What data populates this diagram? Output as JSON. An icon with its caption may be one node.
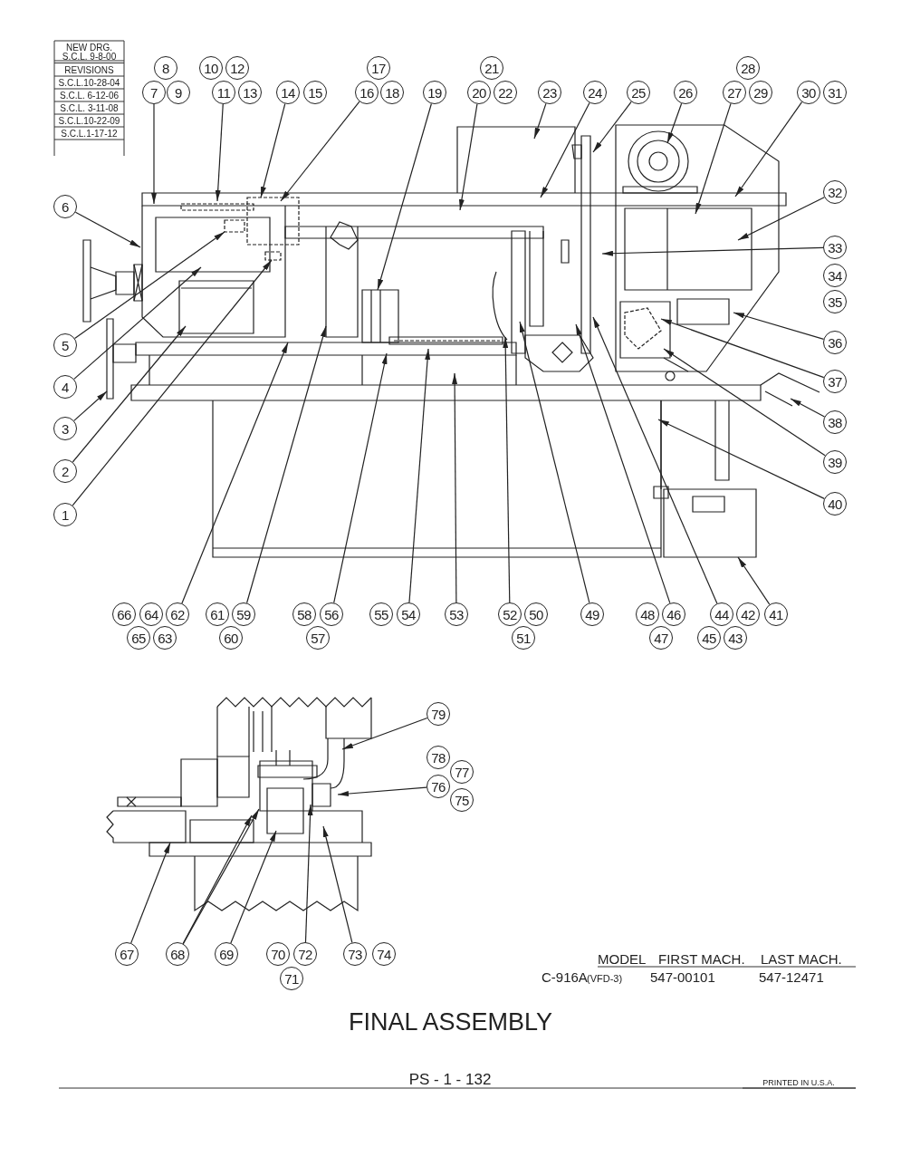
{
  "diagram": {
    "title": "FINAL ASSEMBLY",
    "nodes": [
      {
        "text": [
          "1"
        ]
      },
      {
        "text": [
          "2"
        ]
      },
      {
        "text": [
          "3"
        ]
      },
      {
        "text": [
          "4"
        ]
      },
      {
        "text": [
          "5"
        ]
      },
      {
        "text": [
          "6"
        ]
      },
      {
        "text": [
          "7"
        ]
      },
      {
        "text": [
          "8"
        ]
      },
      {
        "text": [
          "9"
        ]
      },
      {
        "text": [
          "10"
        ]
      },
      {
        "text": [
          "11"
        ]
      },
      {
        "text": [
          "12"
        ]
      },
      {
        "text": [
          "13"
        ]
      },
      {
        "text": [
          "14"
        ]
      },
      {
        "text": [
          "15"
        ]
      },
      {
        "text": [
          "16"
        ]
      },
      {
        "text": [
          "17"
        ]
      },
      {
        "text": [
          "18"
        ]
      },
      {
        "text": [
          "19"
        ]
      },
      {
        "text": [
          "20"
        ]
      },
      {
        "text": [
          "21"
        ]
      },
      {
        "text": [
          "22"
        ]
      },
      {
        "text": [
          "23"
        ]
      },
      {
        "text": [
          "24"
        ]
      },
      {
        "text": [
          "25"
        ]
      },
      {
        "text": [
          "26"
        ]
      },
      {
        "text": [
          "27"
        ]
      },
      {
        "text": [
          "28"
        ]
      },
      {
        "text": [
          "29"
        ]
      },
      {
        "text": [
          "30"
        ]
      },
      {
        "text": [
          "31"
        ]
      },
      {
        "text": [
          "32"
        ]
      },
      {
        "text": [
          "33"
        ]
      },
      {
        "text": [
          "34"
        ]
      },
      {
        "text": [
          "35"
        ]
      },
      {
        "text": [
          "36"
        ]
      },
      {
        "text": [
          "37"
        ]
      },
      {
        "text": [
          "38"
        ]
      },
      {
        "text": [
          "39"
        ]
      },
      {
        "text": [
          "40"
        ]
      },
      {
        "text": [
          "41"
        ]
      },
      {
        "text": [
          "42"
        ]
      },
      {
        "text": [
          "43"
        ]
      },
      {
        "text": [
          "44"
        ]
      },
      {
        "text": [
          "45"
        ]
      },
      {
        "text": [
          "46"
        ]
      },
      {
        "text": [
          "47"
        ]
      },
      {
        "text": [
          "48"
        ]
      },
      {
        "text": [
          "49"
        ]
      },
      {
        "text": [
          "50"
        ]
      },
      {
        "text": [
          "51"
        ]
      },
      {
        "text": [
          "52"
        ]
      },
      {
        "text": [
          "53"
        ]
      },
      {
        "text": [
          "54"
        ]
      },
      {
        "text": [
          "55"
        ]
      },
      {
        "text": [
          "56"
        ]
      },
      {
        "text": [
          "57"
        ]
      },
      {
        "text": [
          "58"
        ]
      },
      {
        "text": [
          "59"
        ]
      },
      {
        "text": [
          "60"
        ]
      },
      {
        "text": [
          "61"
        ]
      },
      {
        "text": [
          "62"
        ]
      },
      {
        "text": [
          "63"
        ]
      },
      {
        "text": [
          "64"
        ]
      },
      {
        "text": [
          "65"
        ]
      },
      {
        "text": [
          "66"
        ]
      },
      {
        "text": [
          "67"
        ]
      },
      {
        "text": [
          "68"
        ]
      },
      {
        "text": [
          "69"
        ]
      },
      {
        "text": [
          "70"
        ]
      },
      {
        "text": [
          "71"
        ]
      },
      {
        "text": [
          "72"
        ]
      },
      {
        "text": [
          "73"
        ]
      },
      {
        "text": [
          "74"
        ]
      },
      {
        "text": [
          "75"
        ]
      },
      {
        "text": [
          "76"
        ]
      },
      {
        "text": [
          "77"
        ]
      },
      {
        "text": [
          "78"
        ]
      },
      {
        "text": [
          "79"
        ]
      }
    ],
    "edges": [
      {
        "from": 6,
        "to": null,
        "arrow": "to"
      },
      {
        "from": 10,
        "to": null,
        "arrow": "to"
      },
      {
        "from": 13,
        "to": null,
        "arrow": "to"
      },
      {
        "from": 15,
        "to": null,
        "arrow": "to"
      },
      {
        "from": 18,
        "to": null,
        "arrow": "to"
      },
      {
        "from": 19,
        "to": null,
        "arrow": "to"
      },
      {
        "from": 22,
        "to": null,
        "arrow": "to"
      },
      {
        "from": 23,
        "to": null,
        "arrow": "to"
      },
      {
        "from": 24,
        "to": null,
        "arrow": "to"
      },
      {
        "from": 25,
        "to": null,
        "arrow": "to"
      },
      {
        "from": 26,
        "to": null,
        "arrow": "to"
      },
      {
        "from": 29,
        "to": null,
        "arrow": "to"
      },
      {
        "from": 31,
        "to": null,
        "arrow": "to"
      },
      {
        "from": 32,
        "to": null,
        "arrow": "to"
      },
      {
        "from": 35,
        "to": null,
        "arrow": "to"
      },
      {
        "from": 36,
        "to": null,
        "arrow": "to"
      },
      {
        "from": 37,
        "to": null,
        "arrow": "to"
      },
      {
        "from": 38,
        "to": null,
        "arrow": "to"
      },
      {
        "from": 39,
        "to": null,
        "arrow": "to"
      },
      {
        "from": 5,
        "to": null,
        "arrow": "to"
      },
      {
        "from": 4,
        "to": null,
        "arrow": "to"
      },
      {
        "from": 3,
        "to": null,
        "arrow": "to"
      },
      {
        "from": 2,
        "to": null,
        "arrow": "to"
      },
      {
        "from": 1,
        "to": null,
        "arrow": "to"
      },
      {
        "from": 0,
        "to": null,
        "arrow": "to"
      },
      {
        "from": 61,
        "to": null,
        "arrow": "to"
      },
      {
        "from": 58,
        "to": null,
        "arrow": "to"
      },
      {
        "from": 55,
        "to": null,
        "arrow": "to"
      },
      {
        "from": 53,
        "to": null,
        "arrow": "to"
      },
      {
        "from": 52,
        "to": null,
        "arrow": "to"
      },
      {
        "from": 51,
        "to": null,
        "arrow": "to"
      },
      {
        "from": 48,
        "to": null,
        "arrow": "to"
      },
      {
        "from": 45,
        "to": null,
        "arrow": "to"
      },
      {
        "from": 43,
        "to": null,
        "arrow": "to"
      },
      {
        "from": 40,
        "to": null,
        "arrow": "to"
      },
      {
        "from": 66,
        "to": null,
        "arrow": "to"
      },
      {
        "from": 67,
        "to": null,
        "arrow": "to"
      },
      {
        "from": 67,
        "to": null,
        "arrow": "to"
      },
      {
        "from": 68,
        "to": null,
        "arrow": "to"
      },
      {
        "from": 71,
        "to": null,
        "arrow": "to"
      },
      {
        "from": 72,
        "to": null,
        "arrow": "to"
      },
      {
        "from": 75,
        "to": null,
        "arrow": "to"
      },
      {
        "from": 78,
        "to": null,
        "arrow": "to"
      }
    ],
    "labels": [
      "NEW DRG.",
      "S.C.L. 9-8-00",
      "REVISIONS",
      "S.C.L.10-28-04",
      "S.C.L. 6-12-06",
      "S.C.L. 3-11-08",
      "S.C.L.10-22-09",
      "S.C.L.1-17-12",
      "MODEL",
      "FIRST MACH.",
      "LAST MACH.",
      "C-916A",
      "(VFD-3)",
      "547-00101",
      "547-12471",
      "PS - 1 - 132",
      "PRINTED IN U.S.A."
    ]
  }
}
